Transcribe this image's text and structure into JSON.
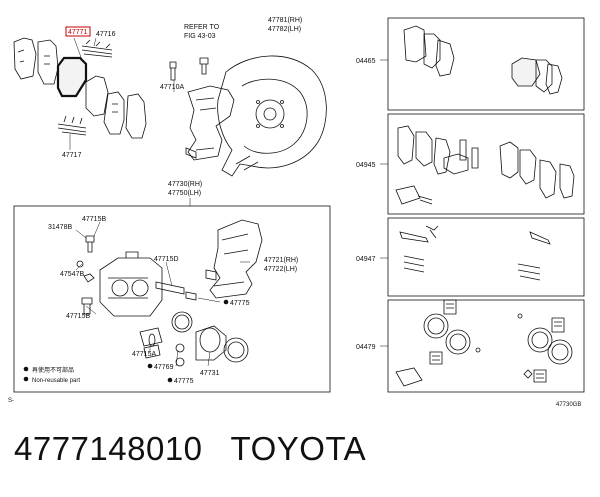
{
  "labels": {
    "top_highlight": "47771",
    "p47716": "47716",
    "refer_line1": "REFER TO",
    "refer_line2": "FIG 43-03",
    "shield_rh": "47781(RH)",
    "shield_lh": "47782(LH)",
    "p47710a": "47710A",
    "p47717": "47717",
    "caliper_rh": "47730(RH)",
    "caliper_lh": "47750(LH)",
    "p31478b": "31478B",
    "p47715b_top": "47715B",
    "p47547b": "47547B",
    "p47715b_bottom": "47715B",
    "p47715d": "47715D",
    "p47721": "47721(RH)",
    "p47722": "47722(LH)",
    "p47775_right": "47775",
    "p47715a": "47715A",
    "p47769": "47769",
    "p47775_bottom": "47775",
    "p47731": "47731",
    "p04465": "04465",
    "p04945": "04945",
    "p04947": "04947",
    "p04479": "04479",
    "footer_left": "S-",
    "footer_right": "47730GB"
  },
  "legend": {
    "line1": "再使用不可部品",
    "line2": "Non-reusable part"
  },
  "caption": {
    "part_number": "4777148010",
    "brand": "TOYOTA"
  }
}
